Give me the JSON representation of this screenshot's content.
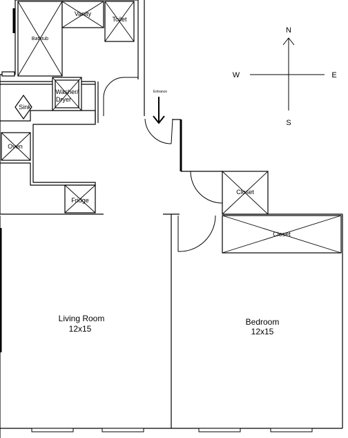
{
  "compass": {
    "n": "N",
    "s": "S",
    "e": "E",
    "w": "W"
  },
  "fixtures": {
    "bathtub": "Bathtub",
    "vanity": "Vanity",
    "toilet": "Toilet",
    "washer_line1": "Washer/",
    "washer_line2": "Dryer",
    "sink": "Sink",
    "oven": "Oven",
    "fridge": "Fridge",
    "closet_small": "Closet",
    "closet_large": "Closet"
  },
  "entrance": "Entrance",
  "rooms": {
    "living_name": "Living Room",
    "living_size": "12x15",
    "bedroom_name": "Bedroom",
    "bedroom_size": "12x15"
  }
}
